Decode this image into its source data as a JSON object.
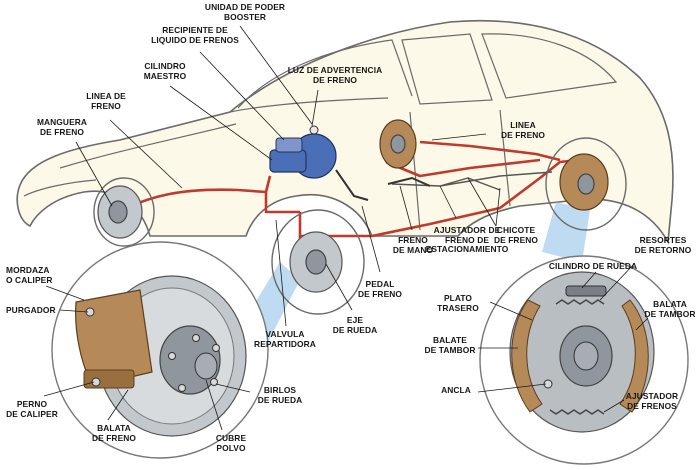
{
  "colors": {
    "car_body": "#fdf9e8",
    "car_outline": "#6a6a6a",
    "brake_line": "#c0392b",
    "metal": "#8f969d",
    "booster_blue": "#4a6fb8",
    "bronze": "#b58a58",
    "pointer": "#1b1b1b",
    "beam": "#9cc7ea"
  },
  "labels": {
    "booster": "UNIDAD DE PODER\nBOOSTER",
    "reservoir": "RECIPIENTE DE\nLIQUIDO DE FRENOS",
    "master_cylinder": "CILINDRO\nMAESTRO",
    "warning_light": "LUZ DE ADVERTENCIA\nDE FRENO",
    "brake_line_front": "LINEA DE\nFRENO",
    "brake_hose": "MANGUERA\nDE FRENO",
    "brake_line_rear": "LINEA\nDE FRENO",
    "caliper": "MORDAZA\nO CALIPER",
    "bleeder": "PURGADOR",
    "caliper_bolt": "PERNO\nDE CALIPER",
    "brake_pad": "BALATA\nDE FRENO",
    "dust_cap": "CUBRE\nPOLVO",
    "wheel_studs": "BIRLOS\nDE RUEDA",
    "proportioning_valve": "VALVULA\nREPARTIDORA",
    "wheel_axle": "EJE\nDE RUEDA",
    "brake_pedal": "PEDAL\nDE FRENO",
    "hand_brake": "FRENO\nDE MANO",
    "parking_adjuster": "AJUSTADOR DE\nFRENO DE\nESTACIONAMIENTO",
    "brake_cable": "CHICOTE\nDE FRENO",
    "wheel_cylinder": "CILINDRO DE RUEDA",
    "return_springs": "RESORTES\nDE RETORNO",
    "backing_plate": "PLATO\nTRASERO",
    "drum_shoe_left": "BALATE\nDE TAMBOR",
    "drum_shoe_right": "BALATA\nDE TAMBOR",
    "anchor": "ANCLA",
    "brake_adjuster": "AJUSTADOR\nDE FRENOS"
  }
}
